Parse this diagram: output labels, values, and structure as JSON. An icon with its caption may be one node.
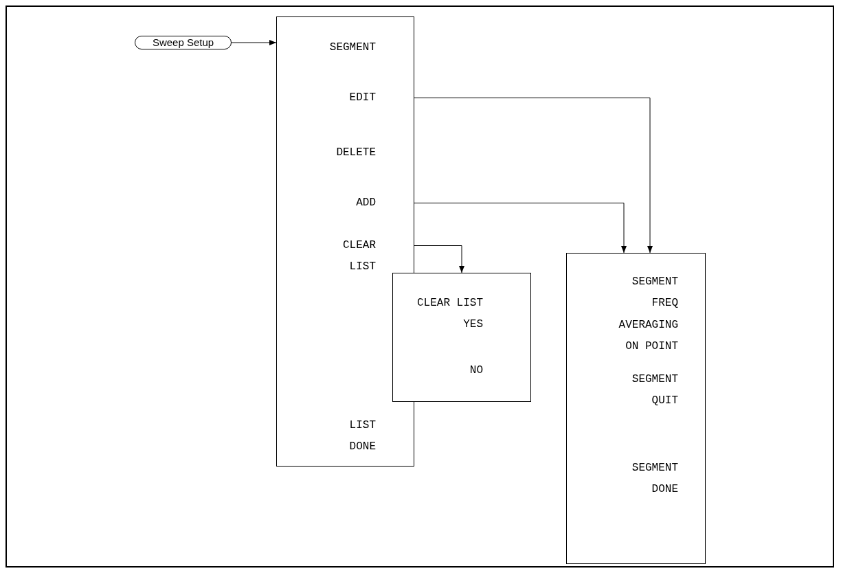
{
  "diagram": {
    "nodes": [
      {
        "text": [
          "Sweep Setup"
        ]
      },
      {
        "text": [],
        "shape": "box"
      },
      {
        "text": [
          "SEGMENT"
        ],
        "in": 1
      },
      {
        "text": [
          "EDIT"
        ],
        "in": 1
      },
      {
        "text": [
          "DELETE"
        ],
        "in": 1
      },
      {
        "text": [
          "ADD"
        ],
        "in": 1
      },
      {
        "text": [
          "CLEAR LIST"
        ],
        "in": 1
      },
      {
        "text": [
          "LIST DONE"
        ],
        "in": 1
      },
      {
        "text": [
          "CLEAR LIST YES",
          "NO"
        ]
      },
      {
        "text": [
          "SEGMENT FREQ",
          "AVERAGING ON POINT",
          "SEGMENT QUIT",
          "SEGMENT DONE"
        ]
      }
    ],
    "edges": [
      {
        "from": 0,
        "to": 1,
        "arrow": "to"
      },
      {
        "from": 3,
        "to": 9,
        "arrow": "to"
      },
      {
        "from": 5,
        "to": 9,
        "arrow": "to"
      },
      {
        "from": 6,
        "to": 8,
        "arrow": "to"
      }
    ]
  }
}
